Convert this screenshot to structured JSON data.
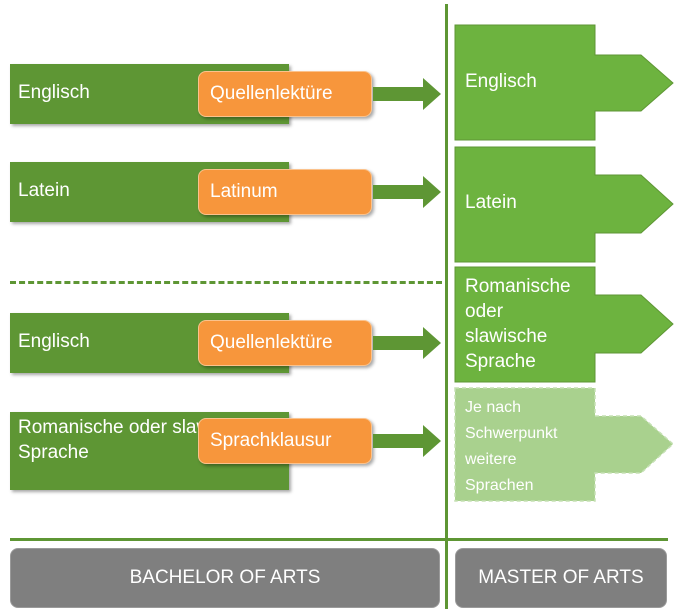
{
  "bachelor": {
    "rows": [
      {
        "label": "Englisch",
        "requirement": "Quellenlektüre"
      },
      {
        "label": "Latein",
        "requirement": "Latinum"
      },
      {
        "label": "Englisch",
        "requirement": "Quellenlektüre"
      },
      {
        "label": "Romanische oder slawische Sprache",
        "requirement": "Sprachklausur"
      }
    ]
  },
  "master": {
    "boxes": [
      {
        "label": "Englisch"
      },
      {
        "label": "Latein"
      },
      {
        "label_lines": [
          "Romanische",
          "oder",
          "slawische",
          "Sprache"
        ]
      },
      {
        "label_lines": [
          "Je nach",
          "Schwerpunkt",
          "weitere",
          "Sprachen"
        ]
      }
    ]
  },
  "footer": {
    "bachelor": "BACHELOR OF ARTS",
    "master": "MASTER OF ARTS"
  },
  "colors": {
    "green": "#5e9634",
    "master_green": "#6db33f",
    "light_green": "#a9d18e",
    "orange": "#f7963c",
    "gray": "#7f7f7f"
  }
}
